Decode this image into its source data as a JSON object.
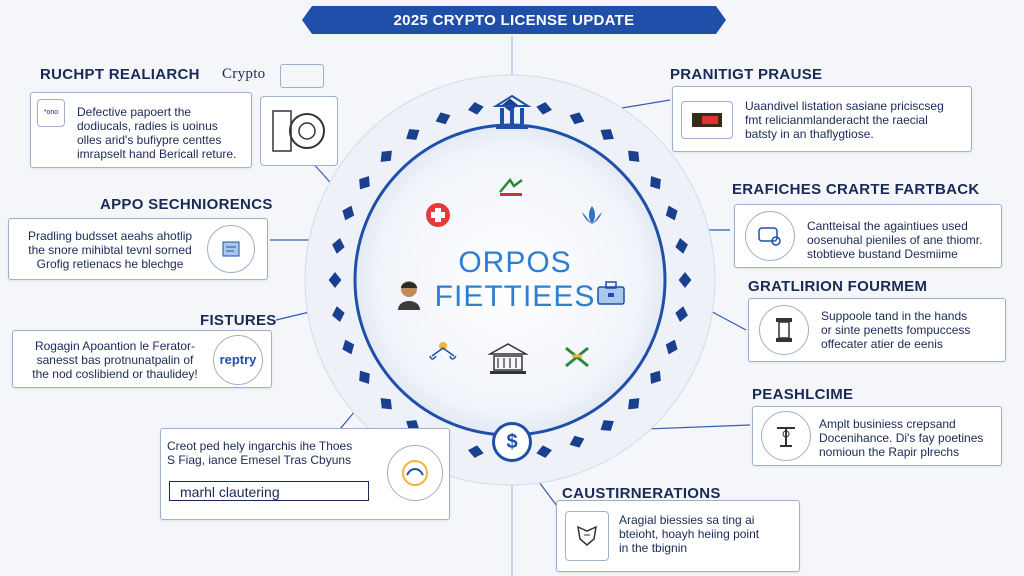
{
  "banner": {
    "title": "2025 CRYPTO LICENSE UPDATE"
  },
  "center": {
    "line1": "ORPOS",
    "line2": "FIETTIEES"
  },
  "sections": {
    "research": {
      "heading": "RUCHPT REALIARCH",
      "sub": "Crypto",
      "lines": [
        "Defective papoert the",
        "dodiucals, radies is uoinus",
        "olles arid's bufiypre centtes",
        "imrapselt hand Bericall reture."
      ],
      "logo_text": "*ono"
    },
    "apps": {
      "heading": "APPO SECHNIORENCS",
      "lines": [
        "Pradling budsset aeahs ahotlip",
        "the snore mihibtal tevnl sorned",
        "Grofig retienacs he blechge"
      ]
    },
    "fistures": {
      "heading": "FISTURES",
      "lines": [
        "Rogagin Apoantion le Ferator-",
        "sanesst bas protnunatpalin of",
        "the nod coslibiend or thaulidey!"
      ],
      "badge": "reptry"
    },
    "bottom_left": {
      "lines": [
        "Creot ped hely ingarchis ihe Thoes",
        "S Fiag, iance Emesel Tras Cbyuns"
      ],
      "field": "marhl   clautering"
    },
    "practise": {
      "heading": "PRANITIGT PRAUSE",
      "lines": [
        "Uaandivel listation sasiane priciscseg",
        "fmt relicianmlanderacht the raecial",
        "batsty in an thaflygtiose."
      ]
    },
    "feedback": {
      "heading": "ERAFICHES CRARTE FARTBACK",
      "lines": [
        "Cantteisal the againtiues used",
        "oosenuhal pieniles of ane thiomr.",
        "stobtieve bustand Desmiime"
      ]
    },
    "framework": {
      "heading": "GRATLIRION FOURMEM",
      "lines": [
        "Suppoole tand in the hands",
        "or sinte penetts fompuccess",
        "offecater atier de eenis"
      ]
    },
    "peashlcime": {
      "heading": "PEASHLCIME",
      "lines": [
        "Amplt businiess crepsand",
        "Docenihance. Di's fay poetines",
        "nomioun the Rapir plrechs"
      ]
    },
    "customer": {
      "heading": "CAUSTIRNERATIONS",
      "lines": [
        "Aragial biessies sa ting ai",
        "bteioht, hoayh heiing point",
        "in the tbignin"
      ]
    }
  },
  "colors": {
    "primary": "#1f4fa8",
    "accent": "#2f7fd0",
    "border": "#9fb0cc",
    "red": "#e23b3b"
  }
}
